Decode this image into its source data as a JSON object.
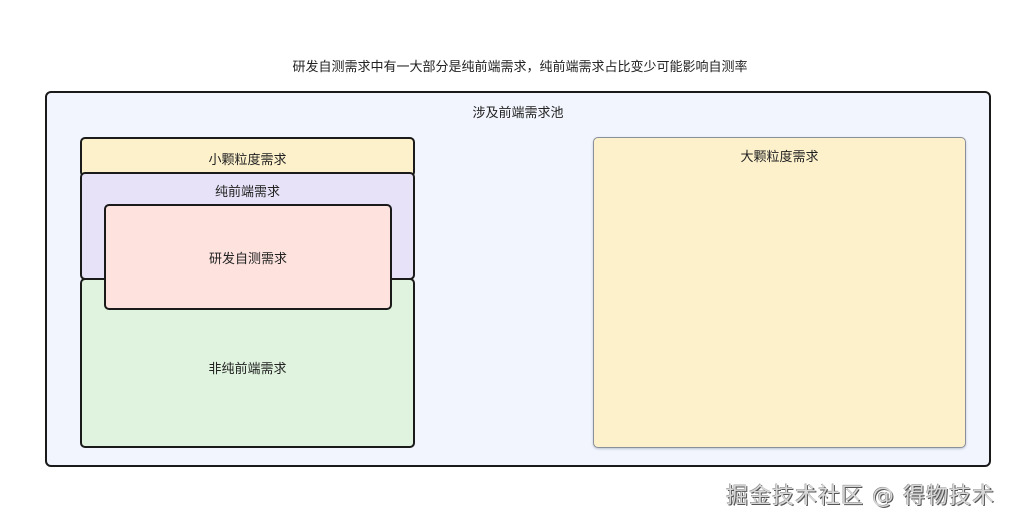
{
  "title": "研发自测需求中有一大部分是纯前端需求，纯前端需求占比变少可能影响自测率",
  "pool": {
    "label": "涉及前端需求池",
    "background": "#f2f5fd",
    "boxes": {
      "small_granularity": {
        "label": "小颗粒度需求",
        "color": "#fdf1cc"
      },
      "pure_frontend": {
        "label": "纯前端需求",
        "color": "#e7e2f7"
      },
      "dev_self_test": {
        "label": "研发自测需求",
        "color": "#fde2de"
      },
      "non_pure_frontend": {
        "label": "非纯前端需求",
        "color": "#dff3de"
      },
      "large_granularity": {
        "label": "大颗粒度需求",
        "color": "#fdf1cc"
      }
    }
  },
  "watermark": "掘金技术社区 @ 得物技术"
}
